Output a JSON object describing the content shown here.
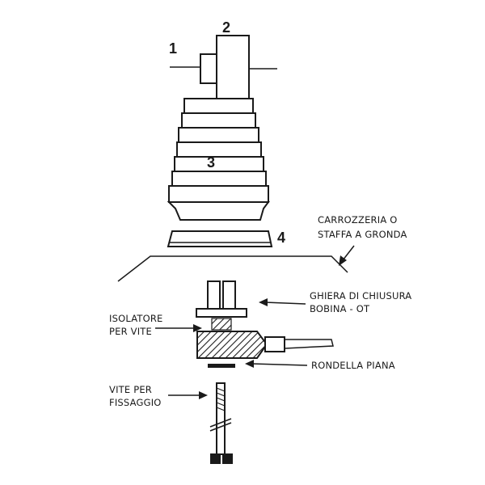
{
  "part_numbers": [
    "1",
    "2",
    "3",
    "4"
  ],
  "labels": {
    "carrozzeria": [
      "CARROZZERIA O",
      "STAFFA A GRONDA"
    ],
    "ghiera": [
      "GHIERA DI CHIUSURA",
      "BOBINA - OT"
    ],
    "isolatore": [
      "ISOLATORE",
      "PER VITE"
    ],
    "rondella": "RONDELLA PIANA",
    "vite": [
      "VITE PER",
      "FISSAGGIO"
    ]
  },
  "colors": {
    "ink": "#1a1a1a",
    "paper": "#ffffff"
  }
}
